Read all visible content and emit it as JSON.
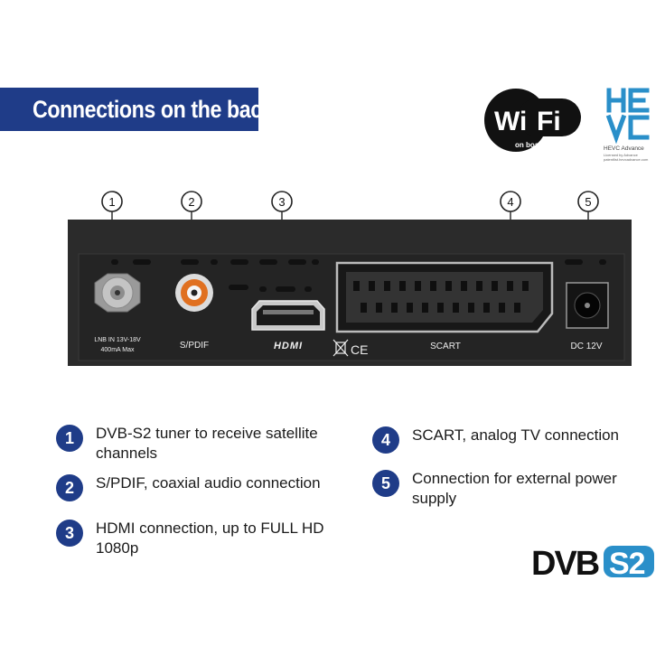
{
  "banner": {
    "title": "Connections on the back"
  },
  "logos": {
    "wifi": {
      "wi": "Wi",
      "fi": "Fi",
      "sub": "on board"
    },
    "hevc": {
      "letters": "HEVC",
      "brand": "HEVC Advance",
      "line1": "Licensed by Advance",
      "line2": "patentlist.hevcadvance.com"
    },
    "dvb": {
      "left": "DVB",
      "right": "S2"
    }
  },
  "device": {
    "callouts": [
      "1",
      "2",
      "3",
      "4",
      "5"
    ],
    "port_labels": {
      "lnb_line1": "LNB  IN  13V-18V",
      "lnb_line2": "400mA  Max",
      "spdif": "S/PDIF",
      "hdmi": "HDMI",
      "ce": "CE",
      "scart": "SCART",
      "dc": "DC  12V"
    }
  },
  "legend": [
    {
      "num": "1",
      "text": "DVB-S2 tuner to receive satellite channels"
    },
    {
      "num": "2",
      "text": "S/PDIF, coaxial audio connection"
    },
    {
      "num": "3",
      "text": "HDMI connection, up to FULL HD 1080p"
    },
    {
      "num": "4",
      "text": "SCART, analog TV connection"
    },
    {
      "num": "5",
      "text": "Connection for external power supply"
    }
  ],
  "colors": {
    "accent": "#1f3c88",
    "device": "#2b2b2b",
    "text": "#1a1a1a"
  }
}
